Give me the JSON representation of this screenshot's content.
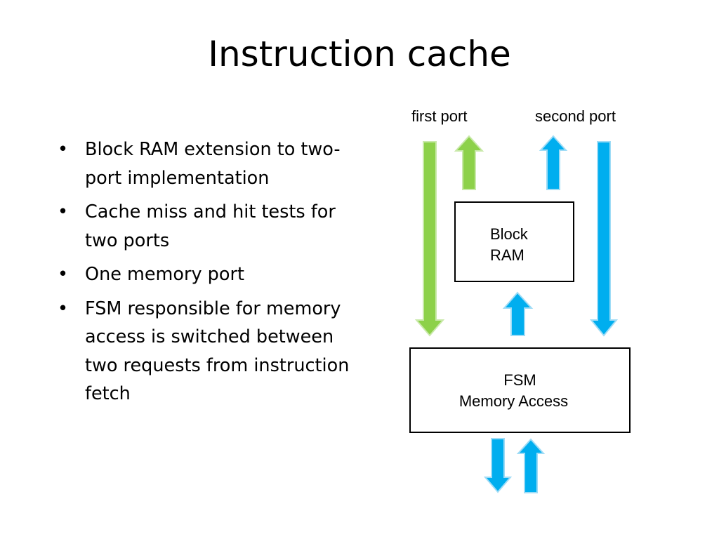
{
  "slide": {
    "title": "Instruction cache",
    "bullets": [
      {
        "label": "Block RAM extension to two-port implementation"
      },
      {
        "label": "Cache miss and hit tests for two ports"
      },
      {
        "label": "One memory port"
      },
      {
        "label": "FSM responsible for memory access is switched between two requests from instruction fetch"
      }
    ],
    "bullet_glyph": "•"
  },
  "diagram": {
    "first_port_label": "first port",
    "second_port_label": "second port",
    "block_ram": {
      "line1": "Block",
      "line2": "RAM"
    },
    "fsm": {
      "line1": "FSM",
      "line2": "Memory Access"
    },
    "colors": {
      "green": "#8DD14A",
      "blue": "#00AEEF",
      "border": "#000000"
    }
  }
}
